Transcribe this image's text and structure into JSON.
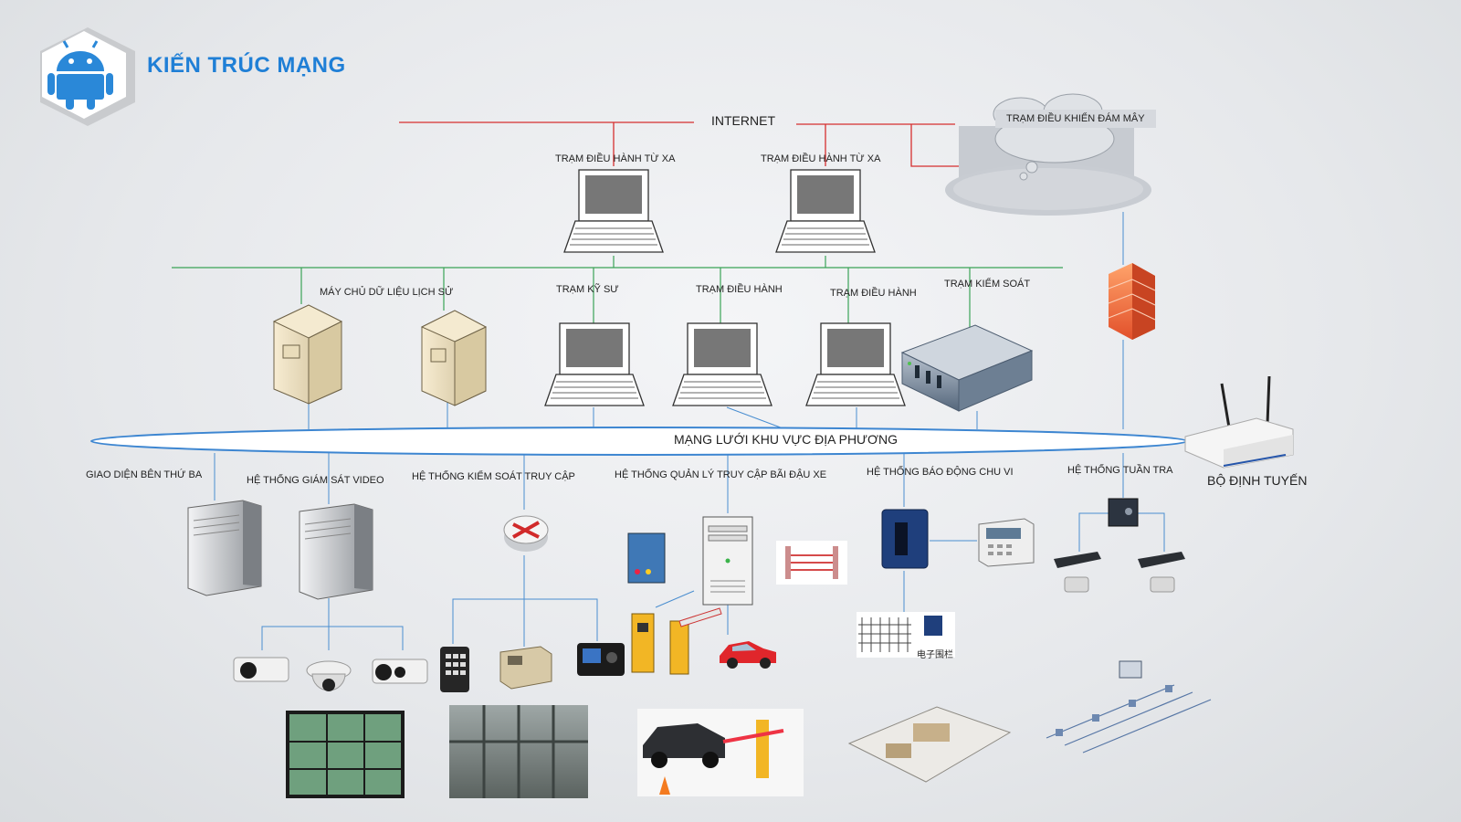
{
  "title": "KIẾN TRÚC MẠNG",
  "internet": "INTERNET",
  "cloud_station": "TRẠM ĐIỀU KHIỂN ĐÁM MÂY",
  "remote_station_1": "TRẠM ĐIỀU HÀNH TỪ XA",
  "remote_station_2": "TRẠM ĐIỀU HÀNH TỪ XA",
  "history_server": "MÁY CHỦ DỮ LIỆU LỊCH SỬ",
  "engineer_station": "TRẠM KỸ SƯ",
  "operator_station_1": "TRẠM ĐIỀU HÀNH",
  "operator_station_2": "TRẠM ĐIỀU HÀNH",
  "control_station": "TRẠM KIỂM SOÁT",
  "lan": "MẠNG LƯỚI KHU VỰC ĐỊA PHƯƠNG",
  "router": "BỘ ĐỊNH TUYẾN",
  "subsystems": {
    "third_party": "GIAO DIỆN BÊN THỨ BA",
    "video": "HỆ THỐNG GIÁM SÁT VIDEO",
    "access": "HỆ THỐNG KIỂM SOÁT TRUY CẬP",
    "parking": "HỆ THỐNG QUẢN LÝ TRUY CẬP BÃI ĐẬU XE",
    "perimeter": "HỆ THỐNG BÁO ĐỘNG CHU VI",
    "patrol": "HỆ THỐNG TUẦN TRA"
  },
  "fence_label": "电子围栏",
  "colors": {
    "internet_line": "#d62f2f",
    "backbone_line": "#3aa356",
    "device_line": "#4a8ed0",
    "title": "#1f7fd6",
    "lan_ring": "#3d86d1"
  }
}
